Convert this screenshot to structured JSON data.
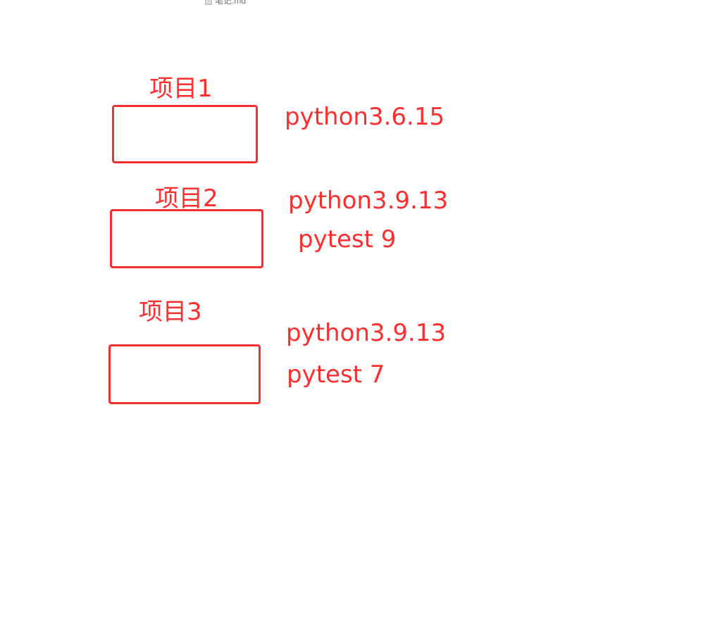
{
  "file_name": "笔记.md",
  "colors": {
    "ink": "#ff2d2d",
    "box_stroke": "#f52f2f"
  },
  "projects": [
    {
      "title": "项目1",
      "python": "python3.6.15",
      "pytest": ""
    },
    {
      "title": "项目2",
      "python": "python3.9.13",
      "pytest": "pytest 9"
    },
    {
      "title": "项目3",
      "python": "python3.9.13",
      "pytest": "pytest 7"
    }
  ]
}
